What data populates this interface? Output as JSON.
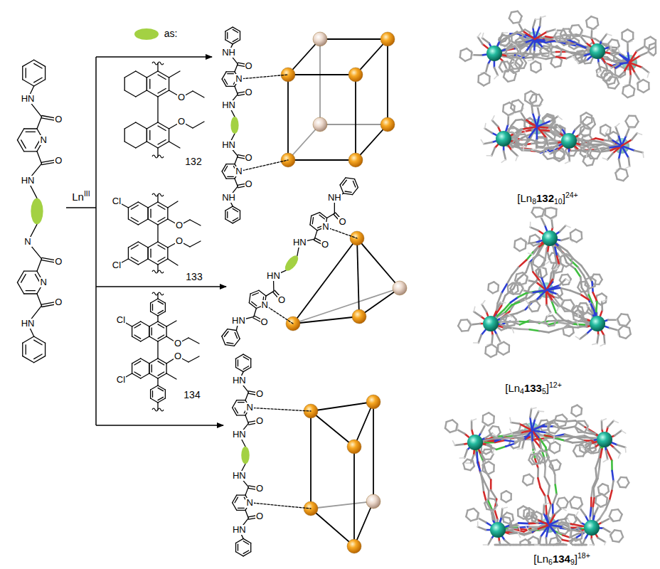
{
  "diagram": {
    "labels": [
      "HN",
      "O",
      "N",
      "O",
      "HN",
      "N",
      "O",
      "N",
      "O",
      "HN",
      "as:",
      "O",
      "O",
      "132",
      "Cl",
      "O",
      "O",
      "Cl",
      "133",
      "Cl",
      "O",
      "O",
      "Cl",
      "134",
      "LnIII",
      "NH",
      "O",
      "N",
      "O",
      "HN",
      "HN",
      "O",
      "N",
      "O",
      "NH",
      "NH",
      "O",
      "N",
      "O",
      "HN",
      "HN",
      "O",
      "N",
      "O",
      "HN",
      "HN",
      "O",
      "N",
      "O",
      "HN",
      "HN",
      "O",
      "N",
      "O",
      "HN",
      "[Ln813210]24+",
      "[Ln41335]12+",
      "[Ln61349]18+"
    ]
  }
}
